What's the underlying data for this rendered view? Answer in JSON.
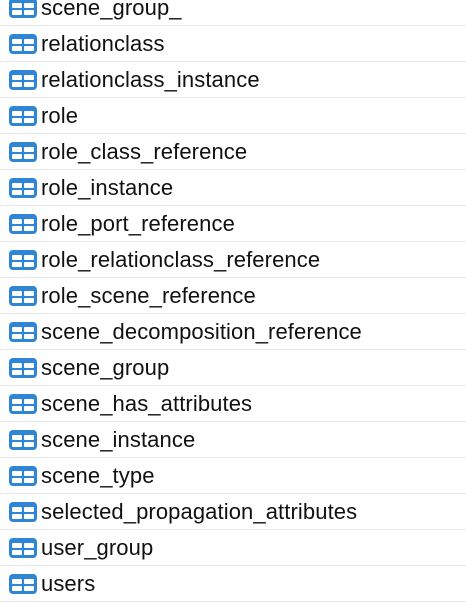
{
  "table_list": {
    "icon": "table-icon",
    "accent_color": "#2f86d6",
    "items": [
      "scene_group_",
      "relationclass",
      "relationclass_instance",
      "role",
      "role_class_reference",
      "role_instance",
      "role_port_reference",
      "role_relationclass_reference",
      "role_scene_reference",
      "scene_decomposition_reference",
      "scene_group",
      "scene_has_attributes",
      "scene_instance",
      "scene_type",
      "selected_propagation_attributes",
      "user_group",
      "users"
    ]
  }
}
